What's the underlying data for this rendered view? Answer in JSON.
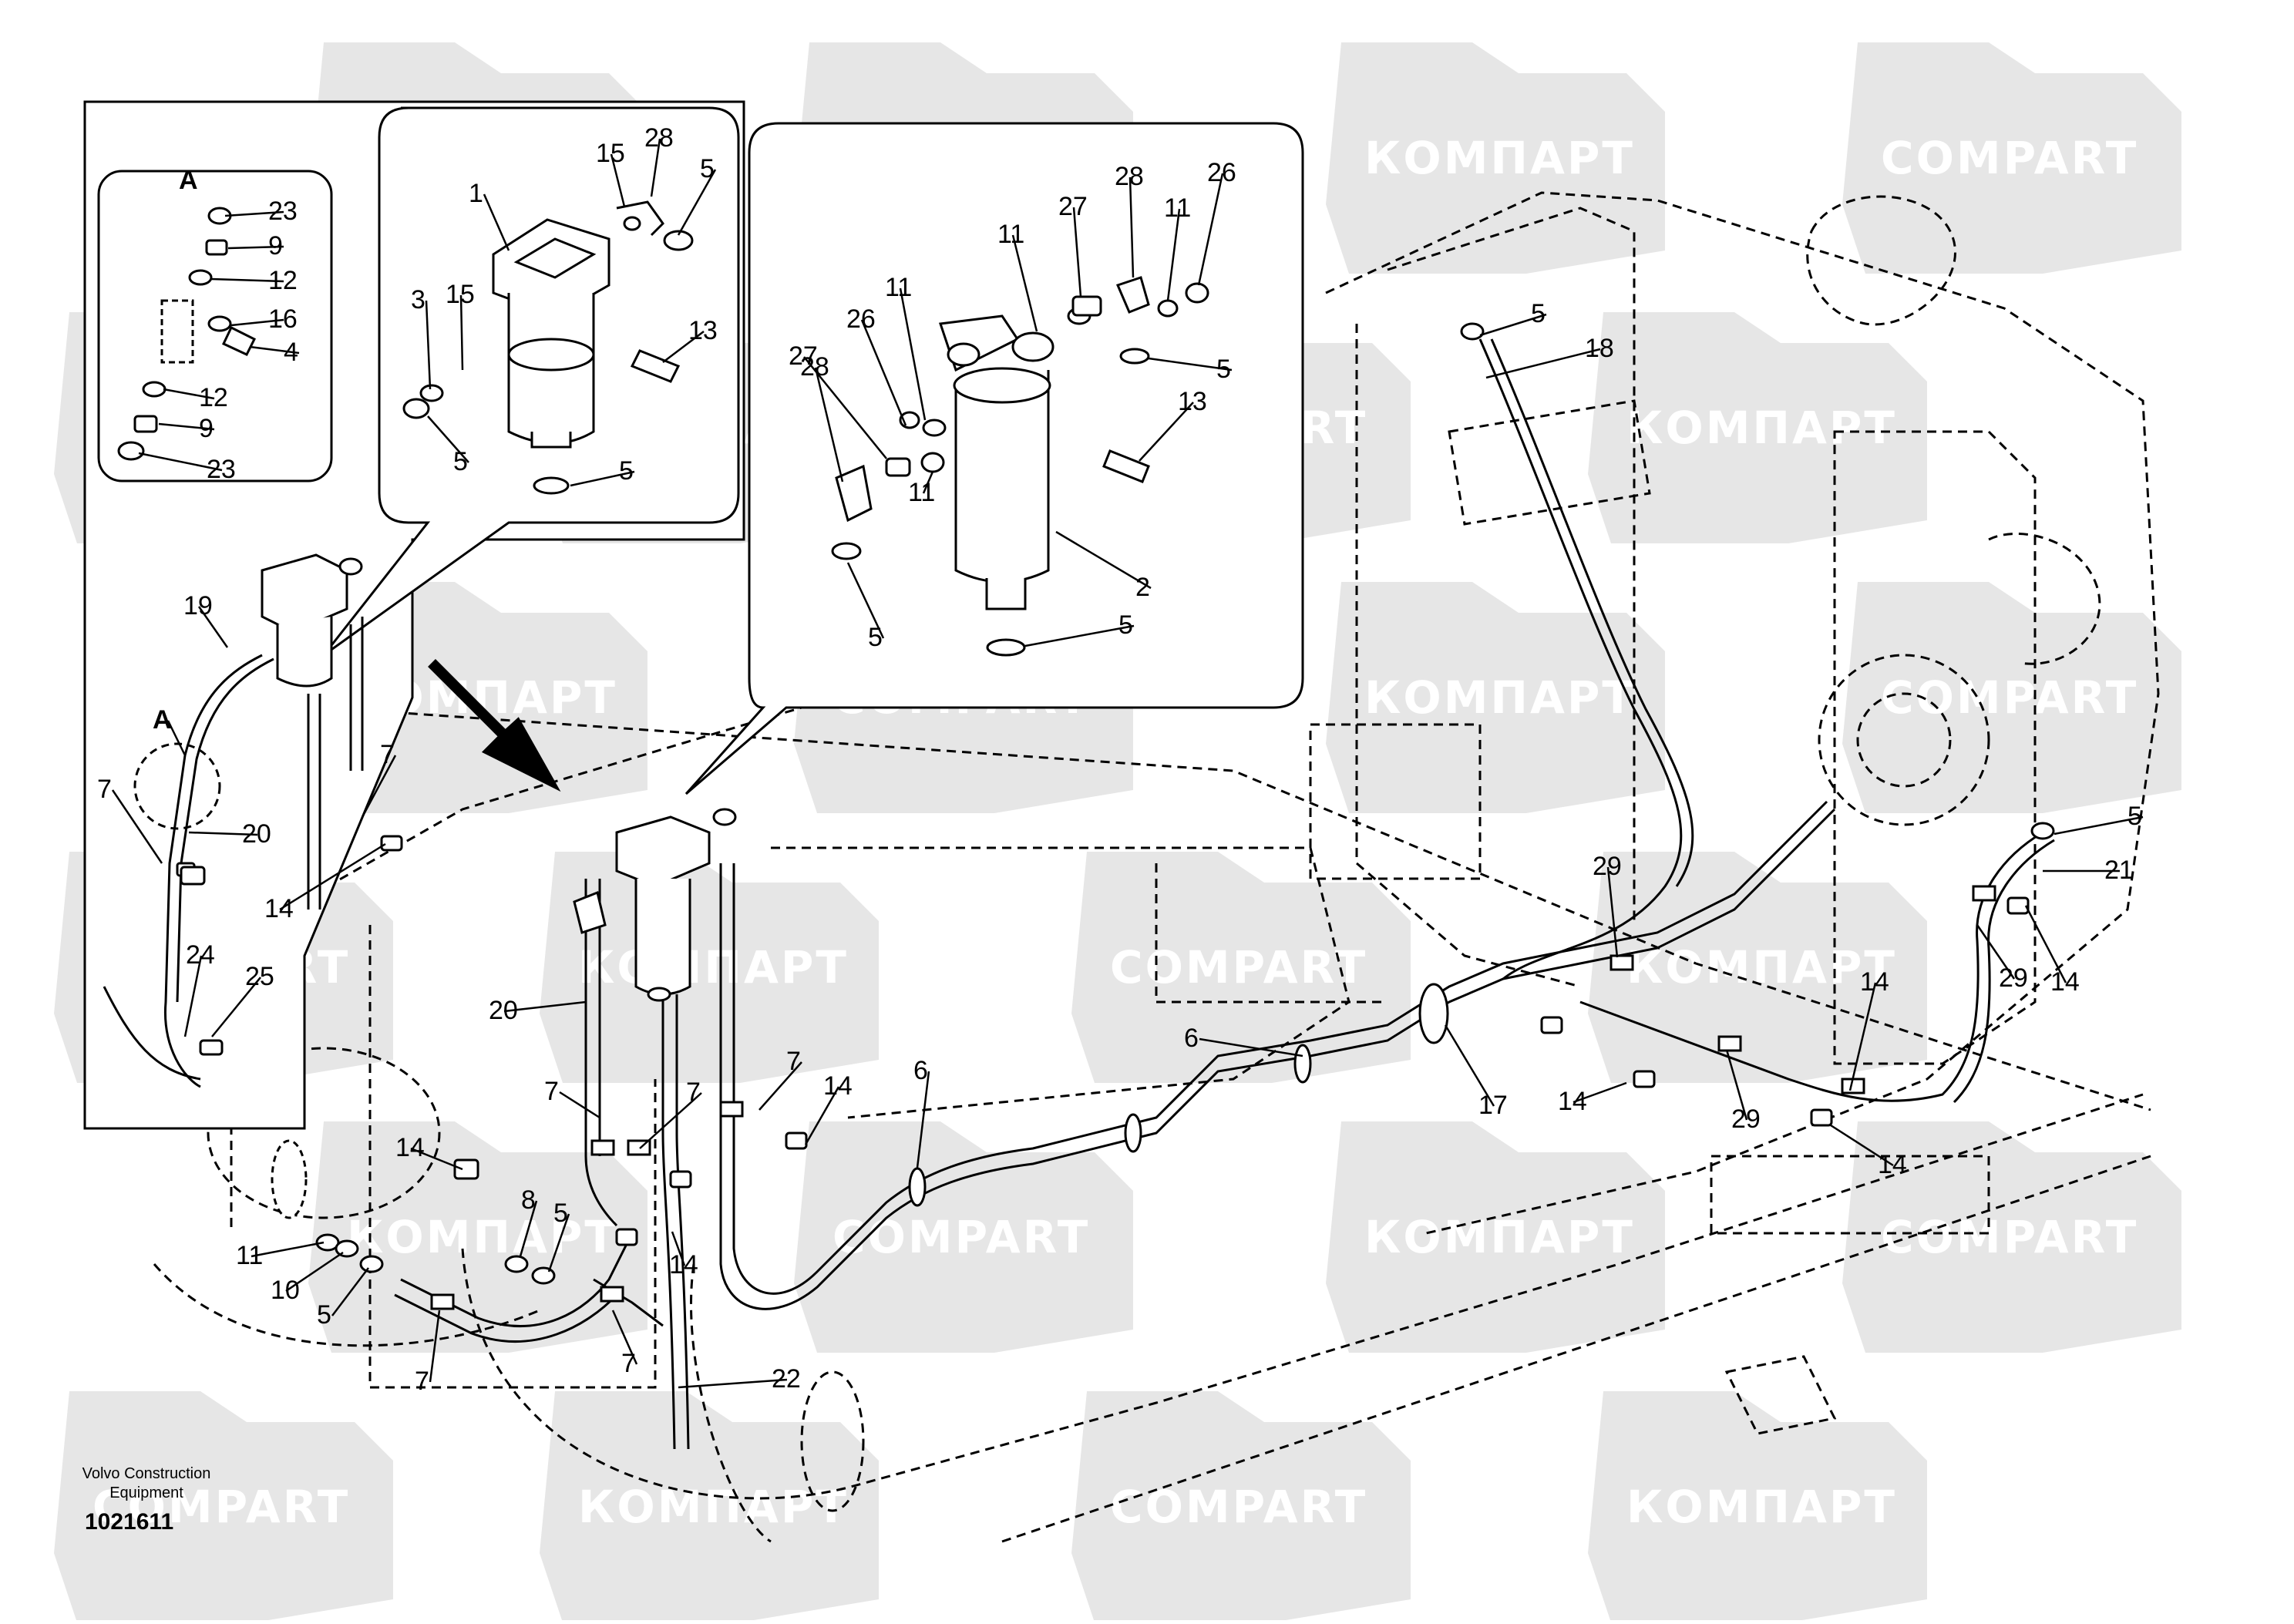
{
  "diagram": {
    "detail_label": "A",
    "footer": {
      "brand_line1": "Volvo Construction",
      "brand_line2": "Equipment",
      "drawing_number": "1021611"
    },
    "watermarks": [
      "КОМПАРТ",
      "COMPART"
    ],
    "callouts": {
      "inset_a": [
        "23",
        "9",
        "12",
        "16",
        "4",
        "12",
        "9",
        "23"
      ],
      "inset_filter": [
        "28",
        "15",
        "5",
        "1",
        "15",
        "3",
        "13",
        "5",
        "5"
      ],
      "inset_exploded": [
        "28",
        "26",
        "27",
        "11",
        "11",
        "5",
        "13",
        "26",
        "11",
        "27",
        "28",
        "11",
        "2",
        "5",
        "5"
      ],
      "side_view": [
        "19",
        "A",
        "7",
        "7",
        "20",
        "14",
        "24",
        "25"
      ],
      "main": [
        "5",
        "18",
        "5",
        "21",
        "29",
        "14",
        "29",
        "14",
        "17",
        "14",
        "29",
        "14",
        "6",
        "6",
        "7",
        "14",
        "20",
        "7",
        "7",
        "14",
        "8",
        "5",
        "14",
        "11",
        "10",
        "5",
        "7",
        "7",
        "22"
      ]
    }
  }
}
